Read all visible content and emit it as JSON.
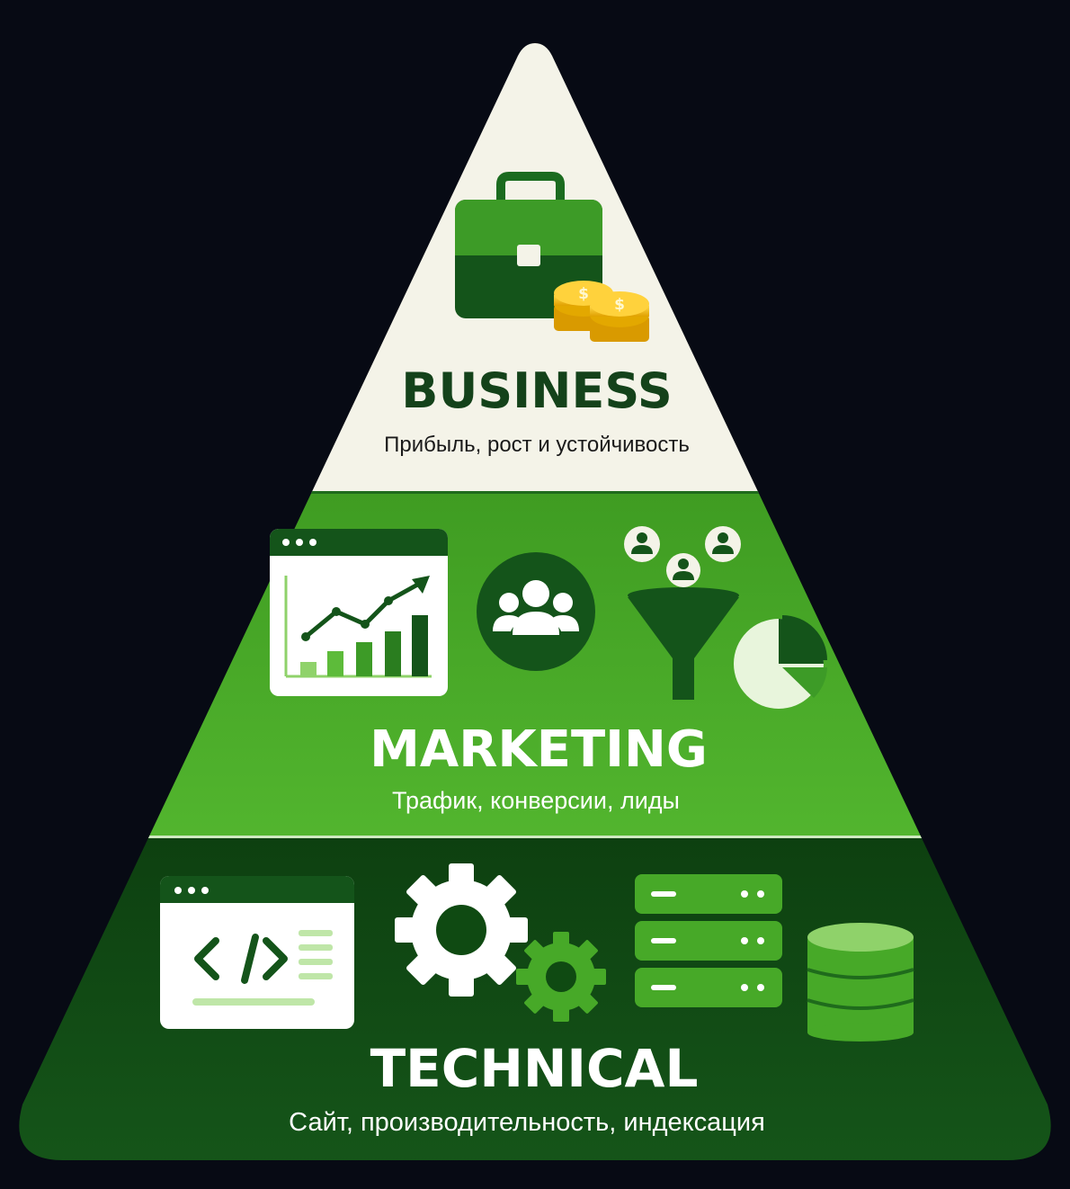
{
  "pyramid": {
    "levels": [
      {
        "id": "business",
        "title": "BUSINESS",
        "subtitle": "Прибыль, рост и устойчивость",
        "icons": [
          "briefcase-icon",
          "coins-icon"
        ]
      },
      {
        "id": "marketing",
        "title": "MARKETING",
        "subtitle": "Трафик, конверсии, лиды",
        "icons": [
          "growth-chart-icon",
          "audience-icon",
          "funnel-icon",
          "pie-chart-icon"
        ]
      },
      {
        "id": "technical",
        "title": "TECHNICAL",
        "subtitle": "Сайт, производительность, индексация",
        "icons": [
          "code-window-icon",
          "gears-icon",
          "server-icon",
          "database-icon"
        ]
      }
    ]
  },
  "colors": {
    "background": "#070a14",
    "top_tier": "#f4f3e8",
    "middle_tier": "#47a928",
    "bottom_tier": "#0f4a12",
    "dark_green": "#14541a",
    "light_green": "#8fd26a",
    "gold": "#f2b705"
  }
}
